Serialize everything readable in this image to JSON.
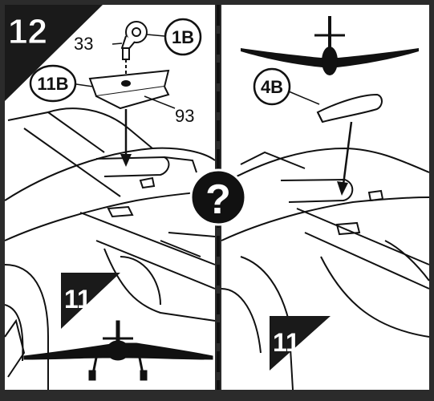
{
  "step": {
    "number": "12"
  },
  "left_panel": {
    "part_33": "33",
    "callout_1b": "1B",
    "callout_11b": "11B",
    "part_93": "93",
    "ref_step": "11"
  },
  "right_panel": {
    "callout_4b": "4B",
    "ref_step": "11"
  },
  "center_badge": {
    "symbol": "?"
  },
  "colors": {
    "background": "#ffffff",
    "frame": "#2b2b2b",
    "ink": "#111111",
    "step_badge": "#1a1a1a"
  }
}
